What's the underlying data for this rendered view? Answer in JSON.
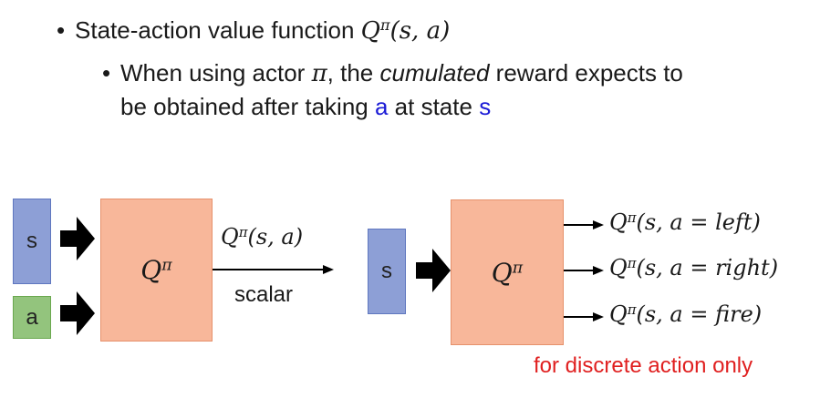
{
  "slide": {
    "bullet1": {
      "text": "State-action value function ",
      "math_Q": "Q",
      "math_sup": "π",
      "math_args": "(s, a)"
    },
    "bullet2": {
      "line1_prefix": "When using actor ",
      "line1_pi": "π",
      "line1_mid": ", the ",
      "line1_italic": "cumulated",
      "line1_suffix": " reward expects to",
      "line2_prefix": "be obtained after taking ",
      "line2_a": "a",
      "line2_mid": " at state ",
      "line2_s": "s"
    }
  },
  "left_diagram": {
    "input_s": "s",
    "input_a": "a",
    "network_Q": "Q",
    "network_sup": "π",
    "output_Q": "Q",
    "output_sup": "π",
    "output_args": "(s, a)",
    "output_note": "scalar"
  },
  "right_diagram": {
    "input_s": "s",
    "network_Q": "Q",
    "network_sup": "π",
    "outputs": [
      {
        "Q": "Q",
        "sup": "π",
        "args": "(s, a = left)"
      },
      {
        "Q": "Q",
        "sup": "π",
        "args": "(s, a = right)"
      },
      {
        "Q": "Q",
        "sup": "π",
        "args": "(s, a = fire)"
      }
    ],
    "note": "for discrete action only"
  },
  "colors": {
    "box_s": "#8d9fd6",
    "box_a": "#93c47d",
    "network": "#f8b79a",
    "highlight_blue": "#1c1cd6",
    "note_red": "#e02020"
  }
}
